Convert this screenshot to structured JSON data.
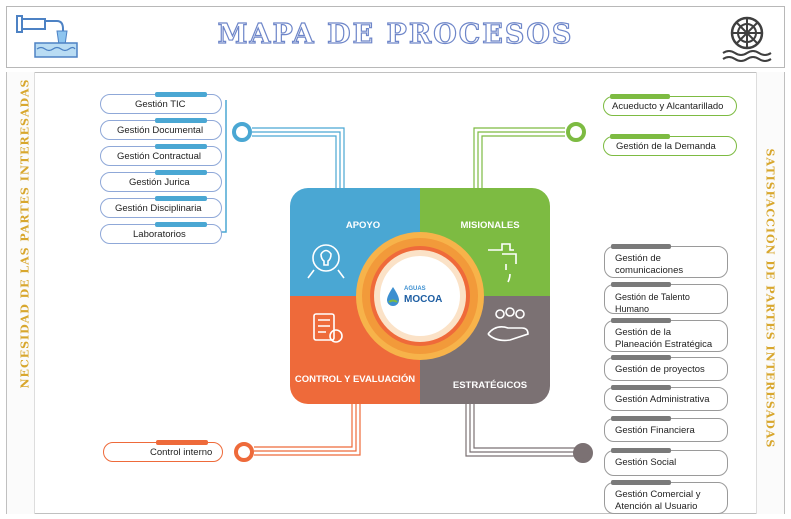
{
  "title": "MAPA DE PROCESOS",
  "side_left": "NECESIDAD DE LAS PARTES INTERESADAS",
  "side_right": "SATISFACCIÓN DE PARTES INTERESADAS",
  "logo": {
    "line1": "AGUAS",
    "line2": "MOCOA"
  },
  "quadrants": {
    "apoyo": "APOYO",
    "misionales": "MISIONALES",
    "control": "CONTROL Y EVALUACIÓN",
    "estrategicos": "ESTRATÉGICOS"
  },
  "apoyo_items": [
    "Gestión TIC",
    "Gestión Documental",
    "Gestión Contractual",
    "Gestión Jurica",
    "Gestión Disciplinaria",
    "Laboratorios"
  ],
  "misionales_items": [
    "Acueducto y Alcantarillado",
    "Gestión de la Demanda"
  ],
  "control_items": [
    "Control interno"
  ],
  "estrategicos_items": [
    "Gestión de comunicaciones",
    "Gestión de Talento Humano",
    "Gestión de la Planeación Estratégica",
    "Gestión de proyectos",
    "Gestión Administrativa",
    "Gestión Financiera",
    "Gestión Social",
    "Gestión Comercial y Atención al Usuario"
  ],
  "colors": {
    "apoyo": "#4aa7d3",
    "misionales": "#7dbb42",
    "control": "#ee6a3a",
    "estrategicos": "#7b7173",
    "title_stroke": "#6e86c9",
    "side_text": "#d8a72e"
  }
}
